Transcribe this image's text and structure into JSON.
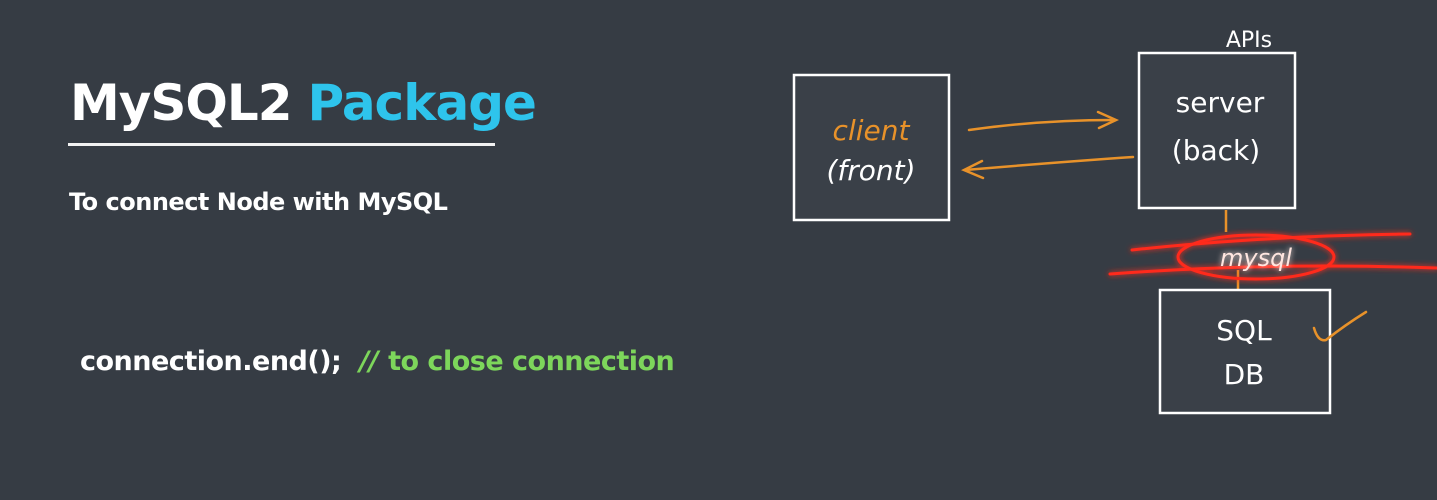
{
  "slide": {
    "title_part1": "MySQL2",
    "title_part2": "Package",
    "subtitle": "To connect Node with MySQL",
    "code_statement": "connection.end();",
    "code_comment_marker": "//",
    "code_comment_text": "to close connection"
  },
  "diagram": {
    "client_line1": "client",
    "client_line2": "(front)",
    "server_label_top": "APIs",
    "server_line1": "server",
    "server_line2": "(back)",
    "link_label": "mysql",
    "db_line1": "SQL",
    "db_line2": "DB",
    "colors": {
      "accent_orange": "#e8922a",
      "highlight_red": "#ff2a1a",
      "box_stroke": "#ffffff",
      "title_blue": "#2ec4ec",
      "comment_green": "#7dd65b"
    }
  }
}
